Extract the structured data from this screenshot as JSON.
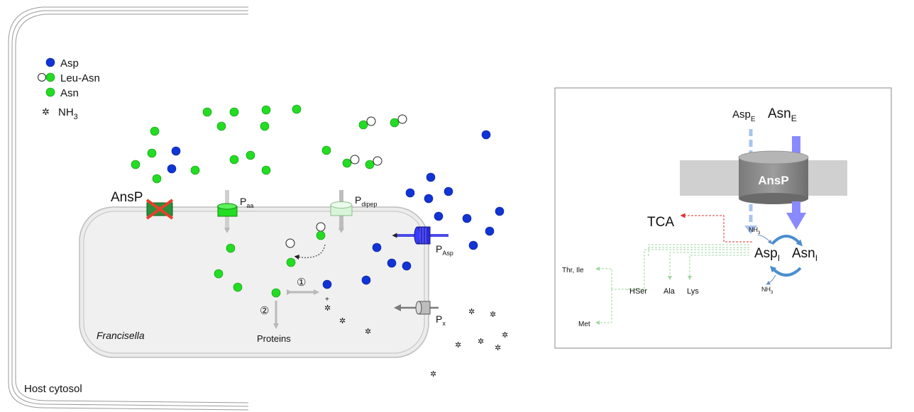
{
  "legend": {
    "asp": "Asp",
    "leu_asn": "Leu-Asn",
    "asn": "Asn",
    "nh3_main": "NH",
    "nh3_sub": "3"
  },
  "host_label": "Host cytosol",
  "bacterium_label": "Francisella",
  "transporters": {
    "ansp": "AnsP",
    "paa_main": "P",
    "paa_sub": "aa",
    "pdipep_main": "P",
    "pdipep_sub": "dipep",
    "pasp_main": "P",
    "pasp_sub": "Asp",
    "px_main": "P",
    "px_sub": "x"
  },
  "steps": {
    "step1": "①",
    "step2": "②",
    "plus": "+",
    "proteins": "Proteins"
  },
  "inset": {
    "asp_e_main": "Asp",
    "asp_e_sub": "E",
    "asn_e_main": "Asn",
    "asn_e_sub": "E",
    "ansp": "AnsP",
    "tca": "TCA",
    "nh3_top": "NH",
    "nh3_top_sub": "3",
    "nh3_bottom": "NH",
    "nh3_bottom_sub": "3",
    "asp_i_main": "Asp",
    "asp_i_sub": "I",
    "asn_i_main": "Asn",
    "asn_i_sub": "I",
    "thr_ile": "Thr, Ile",
    "met": "Met",
    "hser": "HSer",
    "ala": "Ala",
    "lys": "Lys"
  },
  "colors": {
    "asp": "#1034d6",
    "asn": "#22dd22",
    "red_cross": "#e8402a",
    "tca_arrow": "#e03030",
    "green_dashed": "#9fd79f",
    "asp_arrow": "#4a4ae8",
    "inset_arrow": "#8a8aff"
  }
}
